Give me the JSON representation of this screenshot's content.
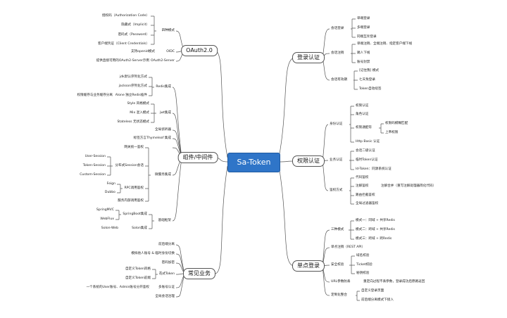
{
  "root": "Sa-Token",
  "sections": {
    "login": "登录认证",
    "auth": "权限认证",
    "sso": "单点登录",
    "oauth": "OAuth2.0",
    "comp": "组件/中间件",
    "common": "常见业务"
  },
  "login": {
    "g1": "会话登录",
    "g1_items": [
      "单端登录",
      "多端登录",
      "同端互斥登录"
    ],
    "g2": "会话注销",
    "g2_items": [
      "单端注销、全端注销、指定客户端下线",
      "踢人下线",
      "账号封禁"
    ],
    "g3": "会话有效期",
    "g3_items": [
      "[记住我] 模式",
      "七天免登录",
      "Token自动续签"
    ]
  },
  "auth": {
    "g1": "身份认证",
    "g1_items": [
      "权限认证",
      "角色认证",
      "权限通配符",
      "Http Basic 认证"
    ],
    "g1_sub": [
      "权限码模糊匹配",
      "上帝权限"
    ],
    "g2": "业务认证",
    "g2_items": [
      "会话二级认证",
      "临时Token认证",
      "Id-Token：同源系统认证"
    ],
    "g3": "鉴权方式",
    "g3_items": [
      "代码鉴权",
      "注解鉴权",
      "路由拦截鉴权",
      "全局过滤器鉴权"
    ],
    "g3_note": "注解合并（重写注解处理器简化代码）"
  },
  "sso": {
    "g1": "三种模式",
    "g1_items": [
      "模式一：同域 + 共享Redis",
      "模式二：跨域 + 共享Redis",
      "模式三：跨域 + 跨Redis"
    ],
    "g2": "单点注销（REST API）",
    "g3": "安全校验",
    "g3_items": [
      "域名校验",
      "Ticket校验",
      "秘钥校验"
    ],
    "g4": "URL参数防丢",
    "g4_note": "重定向过程不丢参数，登录成功后原路返回",
    "g5": "定制化整合",
    "g5_items": [
      "自定义登录页面",
      "前后端分离模式下接入"
    ]
  },
  "oauth": {
    "g1": "四种模式",
    "g1_items": [
      "授权码（Authorization Code）",
      "隐藏式（Implicit）",
      "密码式（Password）",
      "客户端凭证（Client Credentials）"
    ],
    "g2": "OIDC",
    "g2_items": [
      "支持openid模式"
    ],
    "g3": "OAuth2-Server",
    "g3_items": [
      "提供直接可用的OAuth2-Server示例"
    ]
  },
  "comp": {
    "redis": "Redis集成",
    "redis_items": [
      "jdk默认序列化方式",
      "jackson序列化方式",
      "Alone 独立Redis插件"
    ],
    "redis_note": "权限缓存与业务缓存分离",
    "jwt": "jwt集成",
    "jwt_items": [
      "Style 风格模式",
      "Mix 混入模式",
      "Stateless 无状态模式"
    ],
    "listener": "全局侦听器",
    "thymeleaf": "Thymeleaf 集成",
    "gateway": "标签方言",
    "micro": "微服务集成",
    "micro_items": [
      "网关统一鉴权",
      "分布式Session会话",
      "RPC调用鉴权",
      "服务内部调用鉴权"
    ],
    "session_items": [
      "User-Session",
      "Token-Session",
      "Custom-Session"
    ],
    "rpc_items": [
      "Feign",
      "Dubbo"
    ],
    "base": "基础框架",
    "base_items": [
      "SpringBoot集成",
      "Solon集成"
    ],
    "boot_items": [
      "SpringMVC",
      "WebFlux"
    ],
    "solon_items": [
      "Solon-Web"
    ]
  },
  "common": {
    "items": [
      "前后端分离",
      "模拟他人账号 & 临时身份切换",
      "密码加密",
      "花式Token",
      "多账号认证",
      "全局会话治理"
    ],
    "token_items": [
      "自定义Token风格",
      "自定义Token前缀"
    ],
    "multi_note": "一个系统的User账号、Admin账号分开鉴权"
  }
}
